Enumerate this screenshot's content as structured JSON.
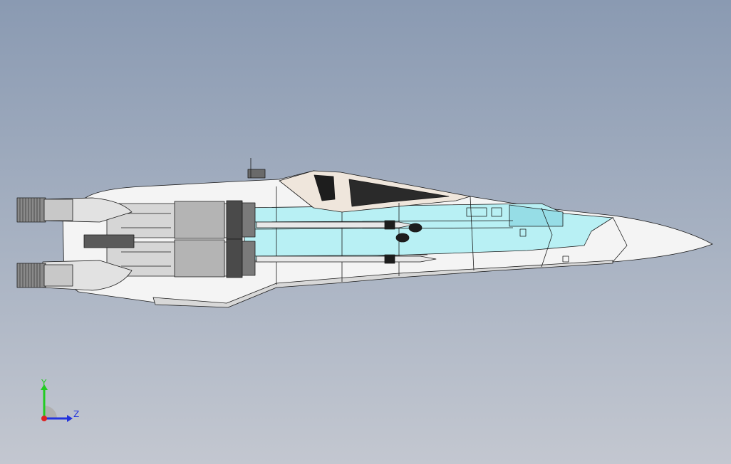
{
  "viewport": {
    "background_top": "#8a9ab2",
    "background_bottom": "#c3c7d0"
  },
  "model": {
    "icon": "fighter-jet-cutaway-side-view",
    "hull_color": "#f4f4f4",
    "cutaway_color": "#b8f0f4",
    "edge_color": "#1a1a1a"
  },
  "triad": {
    "y_label": "Y",
    "z_label": "Z",
    "y_color": "#22cc22",
    "z_color": "#2233dd",
    "x_color": "#dd2222"
  }
}
